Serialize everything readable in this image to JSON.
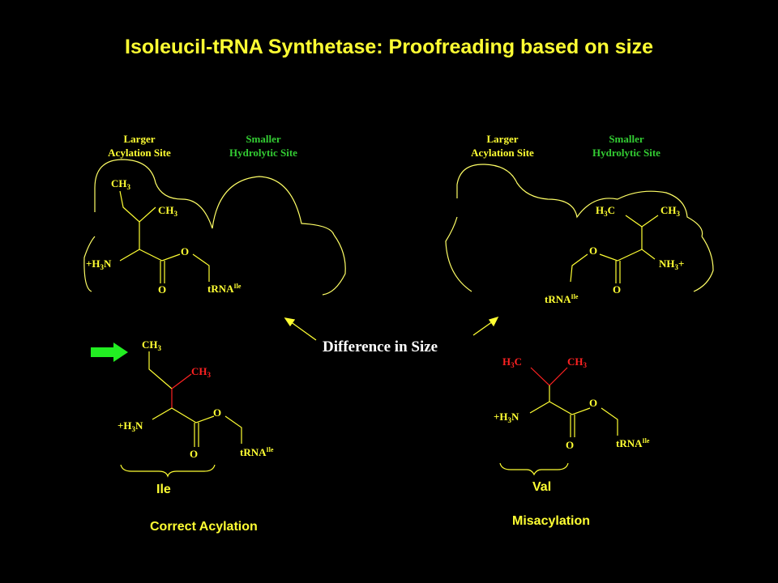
{
  "title": "Isoleucil-tRNA Synthetase: Proofreading based on size",
  "sites": {
    "larger_line1": "Larger",
    "larger_line2": "Acylation Site",
    "smaller_line1": "Smaller",
    "smaller_line2": "Hydrolytic Site"
  },
  "difference_label": "Difference in Size",
  "chem": {
    "C": "C",
    "CH": "CH",
    "H": "H",
    "N": "N",
    "NH": "NH",
    "O": "O",
    "plus": "+",
    "three": "3",
    "trna": "tRNA",
    "ile_sup": "Ile"
  },
  "labels": {
    "ile": "Ile",
    "val": "Val",
    "correct": "Correct Acylation",
    "misacylation": "Misacylation"
  },
  "colors": {
    "background": "#000000",
    "main_yellow": "#ffff33",
    "site_green": "#33cc33",
    "highlight_red": "#ff2222",
    "arrow_green": "#22ee22",
    "annotation_white": "#ffffff"
  }
}
